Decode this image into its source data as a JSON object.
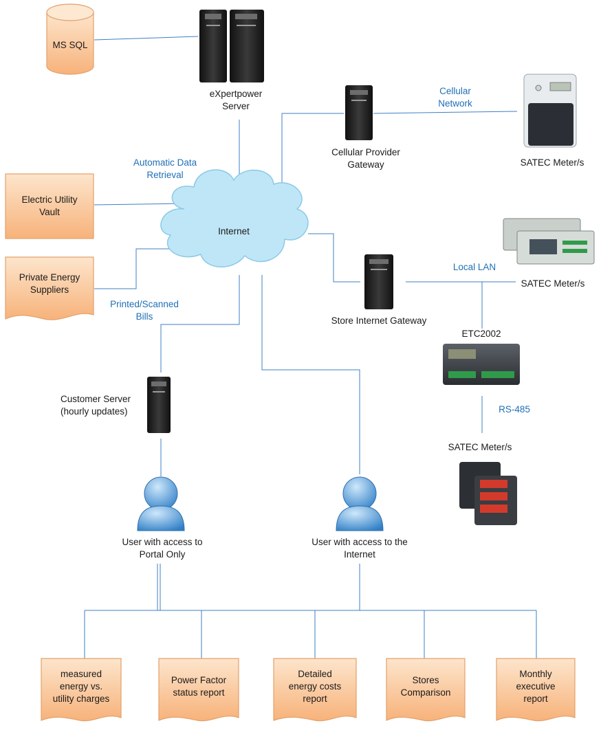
{
  "nodes": {
    "ms_sql": "MS SQL",
    "expertpower_server": "eXpertpower\nServer",
    "cellular_gateway": "Cellular Provider\nGateway",
    "satec_meter_cellular": "SATEC Meter/s",
    "electric_utility_vault": "Electric Utility\nVault",
    "internet": "Internet",
    "private_energy_suppliers": "Private Energy\nSuppliers",
    "store_gateway": "Store Internet Gateway",
    "satec_meter_lan": "SATEC Meter/s",
    "etc2002": "ETC2002",
    "satec_meter_rs485": "SATEC Meter/s",
    "customer_server": "Customer Server\n(hourly updates)",
    "user_portal": "User with access to\nPortal Only",
    "user_internet": "User with access to the\nInternet"
  },
  "edge_labels": {
    "cellular_network": "Cellular\nNetwork",
    "automatic_data_retrieval": "Automatic Data\nRetrieval",
    "printed_scanned_bills": "Printed/Scanned\nBills",
    "local_lan": "Local LAN",
    "rs485": "RS-485"
  },
  "reports": [
    "measured\nenergy vs.\nutility charges",
    "Power Factor\nstatus report",
    "Detailed\nenergy costs\nreport",
    "Stores\nComparison",
    "Monthly\nexecutive\nreport"
  ],
  "colors": {
    "box_fill_top": "#fde5cc",
    "box_fill_bottom": "#f7b27a",
    "box_stroke": "#e3a06a",
    "cloud_fill": "#bfe6f7",
    "cloud_stroke": "#8cc9e6",
    "line_color": "#3d7fc1",
    "edge_label_color": "#1f6fb5",
    "server_color": "#2b2b2b",
    "user_color": "#4f9ad8"
  }
}
